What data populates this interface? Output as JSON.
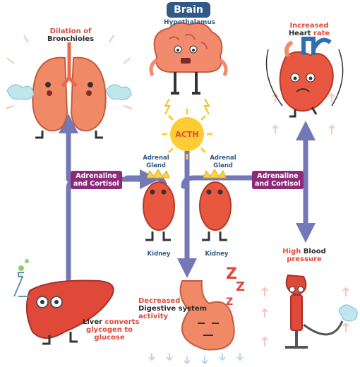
{
  "title": "Brain",
  "hypothalamus": "Hypothalamus",
  "hormone": "ACTH",
  "adrenal_left": [
    "Adrenal",
    "Gland"
  ],
  "adrenal_right": [
    "Adrenal",
    "Gland"
  ],
  "kidney_left": "Kidney",
  "kidney_right": "Kidney",
  "pill_left": [
    "Adrenaline",
    "and Cortisol"
  ],
  "pill_right": [
    "Adrenaline",
    "and Cortisol"
  ],
  "bronchioles": {
    "l1": "Dilation of",
    "l2": "Bronchioles"
  },
  "heart": {
    "l1": "Increased",
    "l2_a": "Heart",
    "l2_b": " rate"
  },
  "liver": {
    "l1_a": "Liver",
    "l1_b": " converts",
    "l2": "glycogen to",
    "l3": "glucose"
  },
  "digestive": {
    "l1": "Decreased",
    "l2": "Digestive system",
    "l3": "activity"
  },
  "blood": {
    "l1_a": "High",
    "l1_b": " Blood",
    "l2": "pressure"
  },
  "colors": {
    "arrow": "#7478b7",
    "title_bg": "#2f5a86",
    "pill": "#8e2a7a",
    "label_red": "#e0483a",
    "organ": "#e8573f",
    "acth": "#ffcc33"
  }
}
